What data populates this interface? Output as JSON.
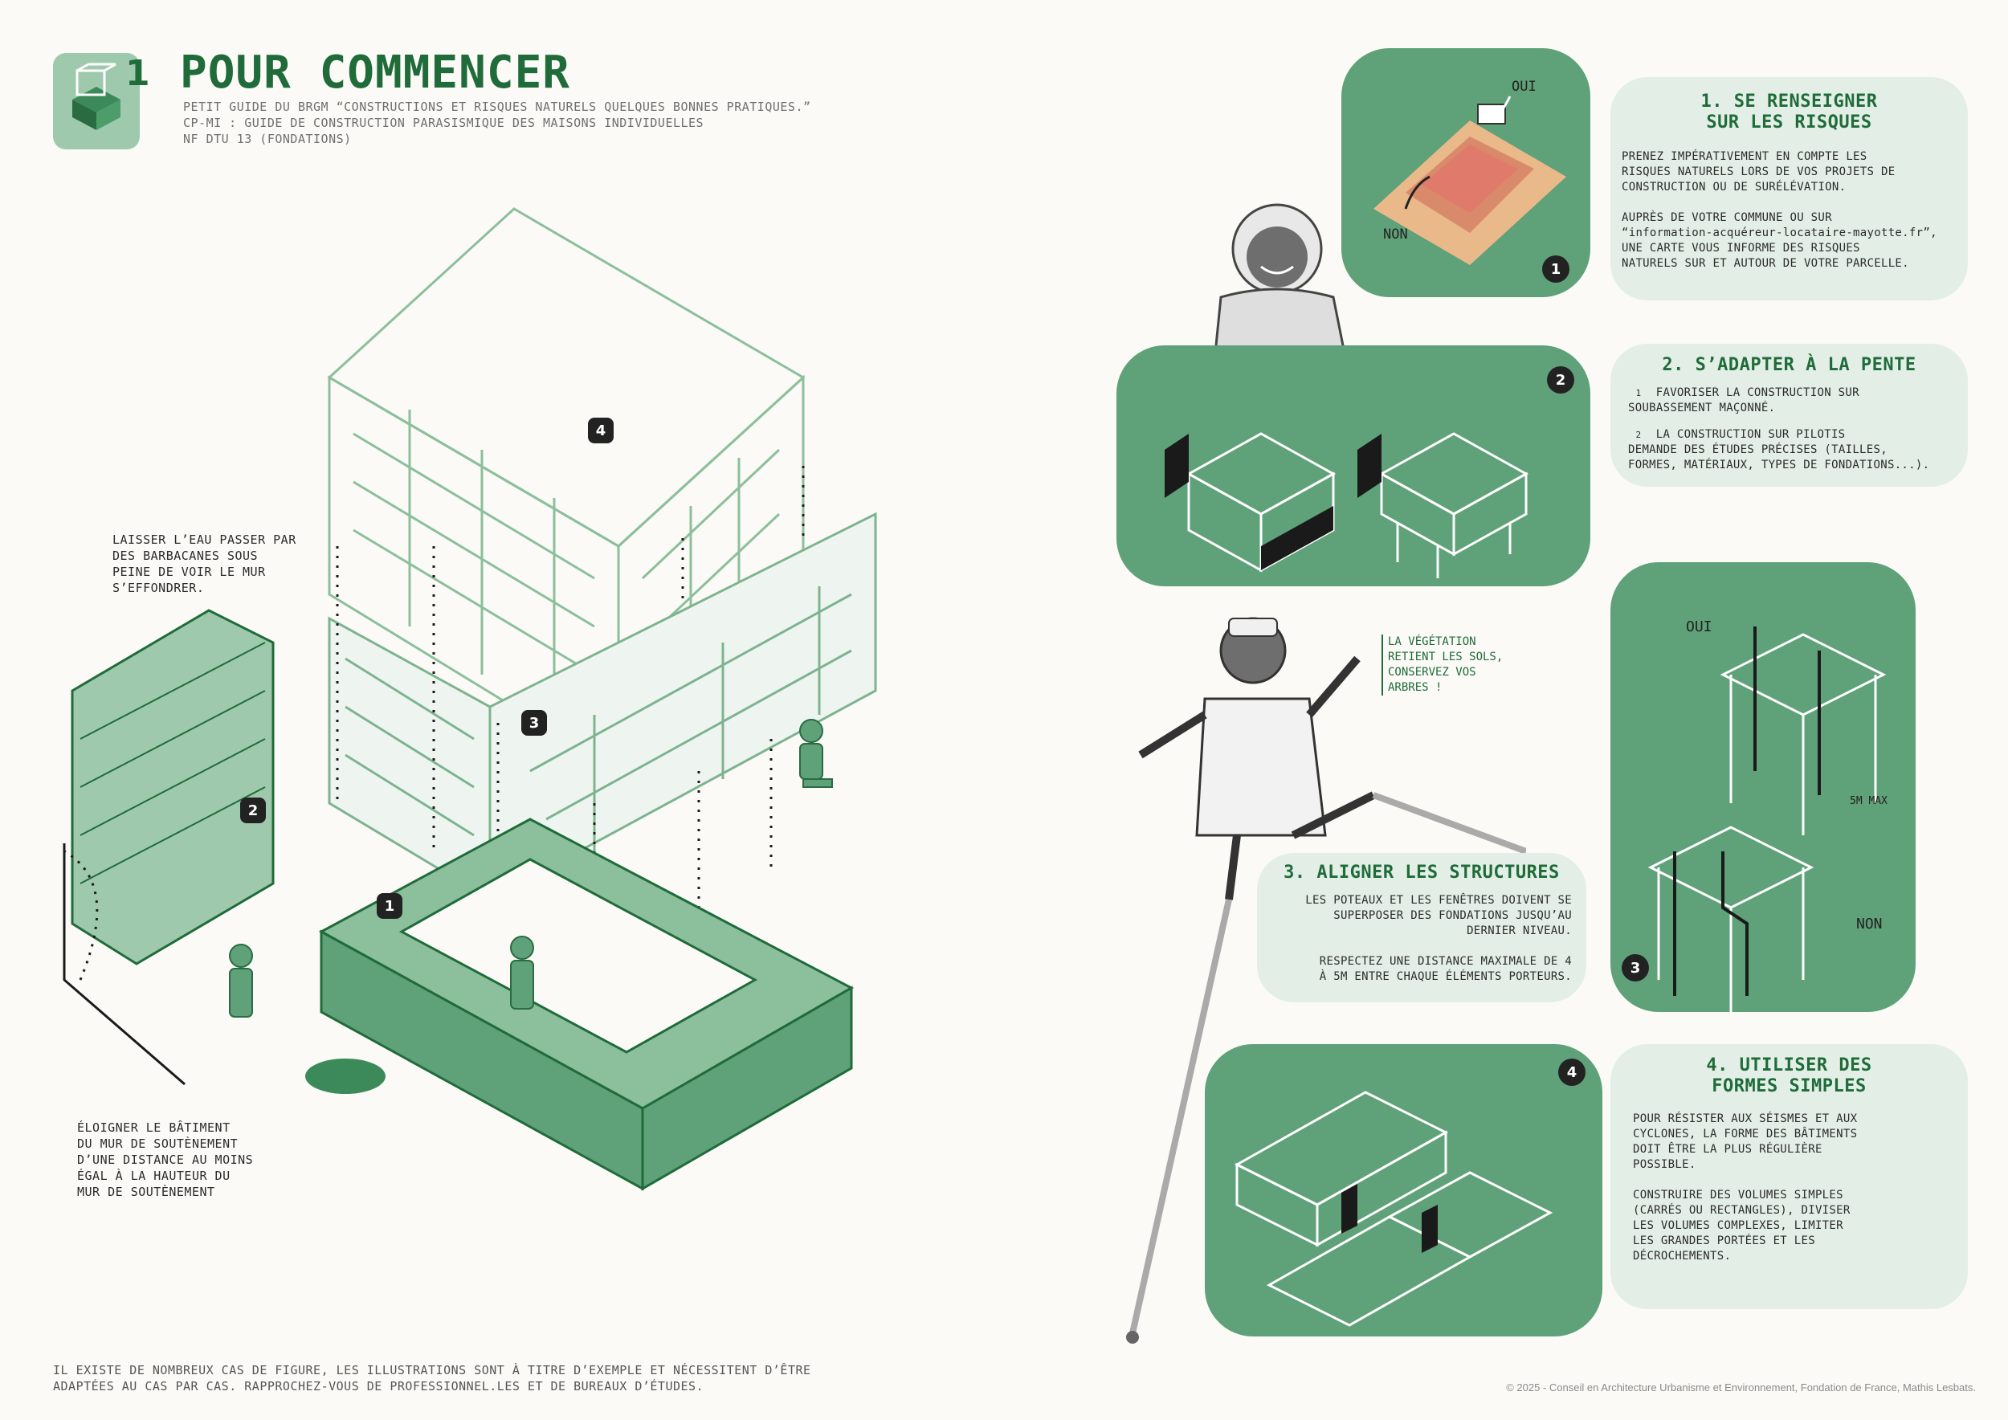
{
  "header": {
    "section_number": "1",
    "title": "POUR COMMENCER",
    "references": [
      "PETIT GUIDE DU BRGM “CONSTRUCTIONS ET RISQUES NATURELS QUELQUES BONNES PRATIQUES.”",
      "CP-MI : GUIDE DE CONSTRUCTION PARASISMIQUE DES MAISONS INDIVIDUELLES",
      "NF DTU 13 (FONDATIONS)"
    ]
  },
  "left_notes": {
    "barbacanes": [
      "LAISSER L’EAU PASSER PAR",
      "DES BARBACANES SOUS",
      "PEINE DE VOIR LE MUR",
      "S’EFFONDRER."
    ],
    "eloigner": [
      "ÉLOIGNER LE BÂTIMENT",
      "DU MUR DE SOUTÈNEMENT",
      "D’UNE DISTANCE AU MOINS",
      "ÉGAL À LA HAUTEUR DU",
      "MUR DE SOUTÈNEMENT"
    ],
    "footer": [
      "IL EXISTE DE NOMBREUX CAS DE FIGURE, LES ILLUSTRATIONS SONT À TITRE D’EXEMPLE ET NÉCESSITENT D’ÊTRE",
      "ADAPTÉES AU CAS PAR CAS. RAPPROCHEZ-VOUS DE PROFESSIONNEL.LES ET DE BUREAUX D’ÉTUDES."
    ]
  },
  "markers": {
    "m1": "1",
    "m2": "2",
    "m3": "3",
    "m4": "4"
  },
  "cards": {
    "c1": {
      "title": [
        "1. SE RENSEIGNER",
        "SUR LES RISQUES"
      ],
      "body": [
        "PRENEZ IMPÉRATIVEMENT EN COMPTE LES",
        "RISQUES NATURELS LORS DE VOS PROJETS DE",
        "CONSTRUCTION OU DE SURÉLÉVATION.",
        "",
        "AUPRÈS DE VOTRE COMMUNE OU SUR",
        "“information-acquéreur-locataire-mayotte.fr”,",
        "UNE CARTE VOUS INFORME DES RISQUES",
        "NATURELS SUR ET AUTOUR DE VOTRE PARCELLE."
      ],
      "oui": "OUI",
      "non": "NON",
      "num": "1"
    },
    "c2": {
      "title": "2. S’ADAPTER À LA PENTE",
      "items": [
        {
          "n": "1",
          "text": [
            "FAVORISER LA CONSTRUCTION SUR",
            "SOUBASSEMENT MAÇONNÉ."
          ]
        },
        {
          "n": "2",
          "text": [
            "LA CONSTRUCTION SUR PILOTIS",
            "DEMANDE DES ÉTUDES PRÉCISES (TAILLES,",
            "FORMES, MATÉRIAUX, TYPES DE FONDATIONS...)."
          ]
        }
      ],
      "num": "2"
    },
    "c3": {
      "title": "3. ALIGNER LES STRUCTURES",
      "body": [
        "LES POTEAUX ET LES FENÊTRES DOIVENT SE",
        "SUPERPOSER DES FONDATIONS JUSQU’AU",
        "DERNIER NIVEAU.",
        "",
        "RESPECTEZ UNE DISTANCE MAXIMALE DE 4",
        "À 5m ENTRE CHAQUE ÉLÉMENTS PORTEURS."
      ],
      "oui": "OUI",
      "non": "NON",
      "dimension": "5m MAX",
      "num": "3"
    },
    "c4": {
      "title": [
        "4. UTILISER DES",
        "FORMES SIMPLES"
      ],
      "body": [
        "POUR RÉSISTER AUX SÉISMES ET AUX",
        "CYCLONES, LA FORME DES BÂTIMENTS",
        "DOIT ÊTRE LA PLUS RÉGULIÈRE",
        "POSSIBLE.",
        "",
        "CONSTRUIRE DES VOLUMES SIMPLES",
        "(CARRÉS OU RECTANGLES), DIVISER",
        "LES VOLUMES COMPLEXES, LIMITER",
        "LES GRANDES PORTÉES ET LES",
        "DÉCROCHEMENTS."
      ],
      "num": "4"
    }
  },
  "speech": [
    "LA VÉGÉTATION",
    "RETIENT LES SOLS,",
    "CONSERVEZ VOS",
    "ARBRES !"
  ],
  "copyright": "© 2025 - Conseil en Architecture Urbanisme et Environnement, Fondation de France, Mathis Lesbats.",
  "colors": {
    "accent": "#1f6b3a",
    "panel": "#5fa178",
    "panel_light": "#e3efe6"
  }
}
